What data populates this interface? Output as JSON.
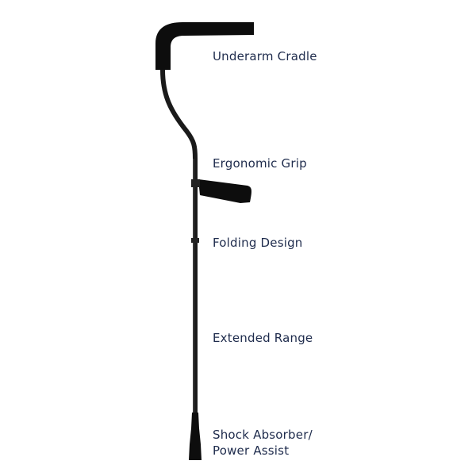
{
  "labels": {
    "underarm_cradle": "Underarm Cradle",
    "ergonomic_grip": "Ergonomic Grip",
    "folding_design": "Folding Design",
    "extended_range": "Extended Range",
    "shock_absorber_line1": "Shock Absorber/",
    "shock_absorber_line2": "Power Assist"
  },
  "colors": {
    "label_text": "#1e2b4c",
    "crutch": "#111111"
  }
}
